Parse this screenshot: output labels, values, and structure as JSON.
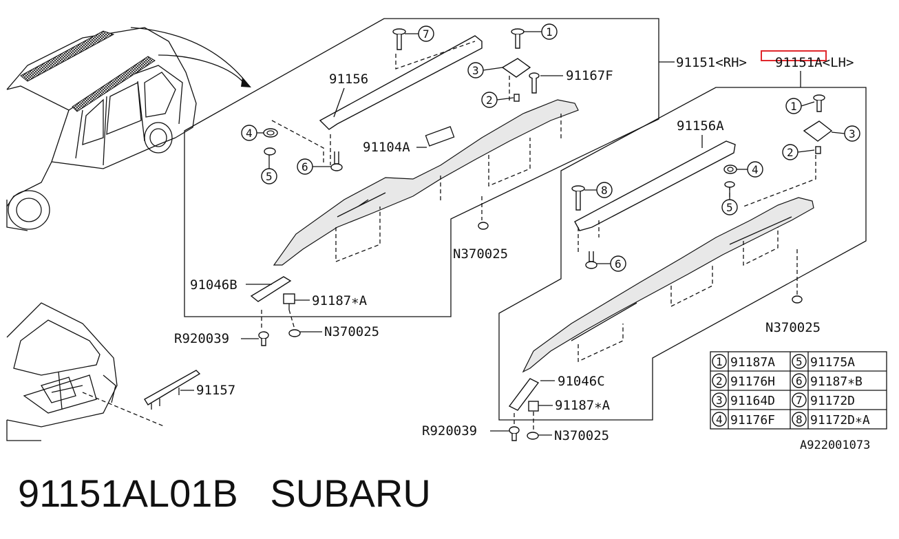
{
  "labels": {
    "rh_assembly": "91151<RH>",
    "lh_assembly": "91151A<LH>",
    "rail_rh": "91156",
    "rail_lh": "91156A",
    "pad": "91104A",
    "bolt_f": "91167F",
    "cover_b": "91046B",
    "cover_c": "91046C",
    "clip_a_rh": "91187∗A",
    "clip_a_lh": "91187∗A",
    "nut_rh_upper": "N370025",
    "nut_rh_lower": "N370025",
    "nut_lh_upper": "N370025",
    "nut_lh_lower": "N370025",
    "rivet_rh": "R920039",
    "rivet_lh": "R920039",
    "rear_part": "91157",
    "diagram_ref": "A922001073"
  },
  "callouts": {
    "c1": "1",
    "c2": "2",
    "c3": "3",
    "c4": "4",
    "c5": "5",
    "c6": "6",
    "c7": "7",
    "c8": "8"
  },
  "legend": [
    {
      "n": "1",
      "part": "91187A"
    },
    {
      "n": "5",
      "part": "91175A"
    },
    {
      "n": "2",
      "part": "91176H"
    },
    {
      "n": "6",
      "part": "91187∗B"
    },
    {
      "n": "3",
      "part": "91164D"
    },
    {
      "n": "7",
      "part": "91172D"
    },
    {
      "n": "4",
      "part": "91176F"
    },
    {
      "n": "8",
      "part": "91172D∗A"
    }
  ],
  "footer": {
    "part_number": "91151AL01B",
    "brand": "SUBARU"
  },
  "highlight_color": "#e0262b"
}
